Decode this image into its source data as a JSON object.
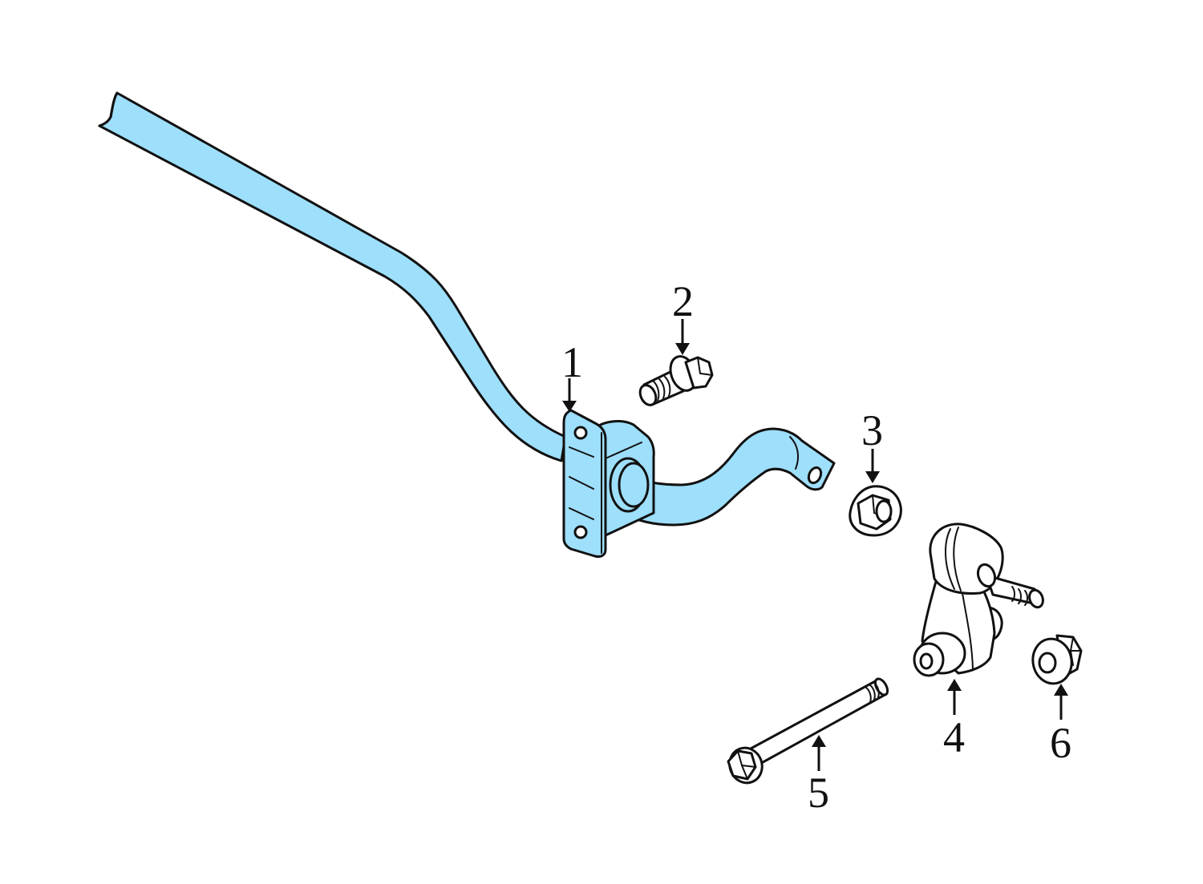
{
  "diagram": {
    "type": "exploded parts diagram",
    "highlight_color": "#9edffb",
    "outline_color": "#111111",
    "callouts": [
      {
        "id": "1",
        "label": "1",
        "part": "stabilizer-bar-with-bushing-bracket"
      },
      {
        "id": "2",
        "label": "2",
        "part": "bracket-bolt"
      },
      {
        "id": "3",
        "label": "3",
        "part": "flange-nut"
      },
      {
        "id": "4",
        "label": "4",
        "part": "stabilizer-link"
      },
      {
        "id": "5",
        "label": "5",
        "part": "long-flange-bolt"
      },
      {
        "id": "6",
        "label": "6",
        "part": "link-nut"
      }
    ]
  }
}
